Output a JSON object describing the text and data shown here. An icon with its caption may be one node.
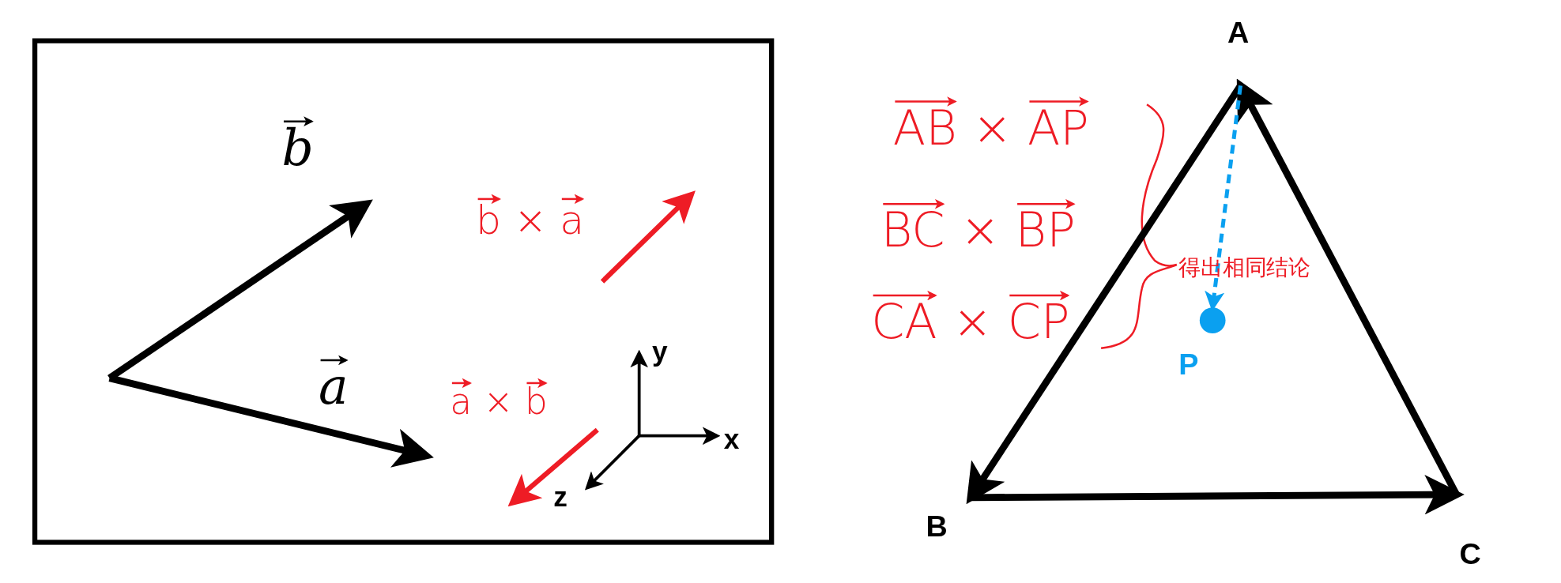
{
  "diagram": {
    "nodes": [
      {
        "text": [
          "A"
        ]
      },
      {
        "text": [
          "B"
        ]
      },
      {
        "text": [
          "C"
        ]
      },
      {
        "text": [],
        "shape": "circle",
        "beside": [
          "P"
        ]
      }
    ],
    "edges": [
      {
        "from": 0,
        "to": 1,
        "arrow": "to"
      },
      {
        "from": 1,
        "to": 2,
        "arrow": "to"
      },
      {
        "from": 2,
        "to": 0,
        "arrow": "to"
      },
      {
        "from": 0,
        "to": 3,
        "arrow": "to",
        "style": "dashed",
        "color": "#0aa0f0"
      }
    ],
    "labels": [
      "b",
      "a",
      "b × a",
      "a × b",
      "y",
      "x",
      "z",
      "AB × AP",
      "BC × BP",
      "CA × CP",
      "得出相同结论"
    ]
  }
}
